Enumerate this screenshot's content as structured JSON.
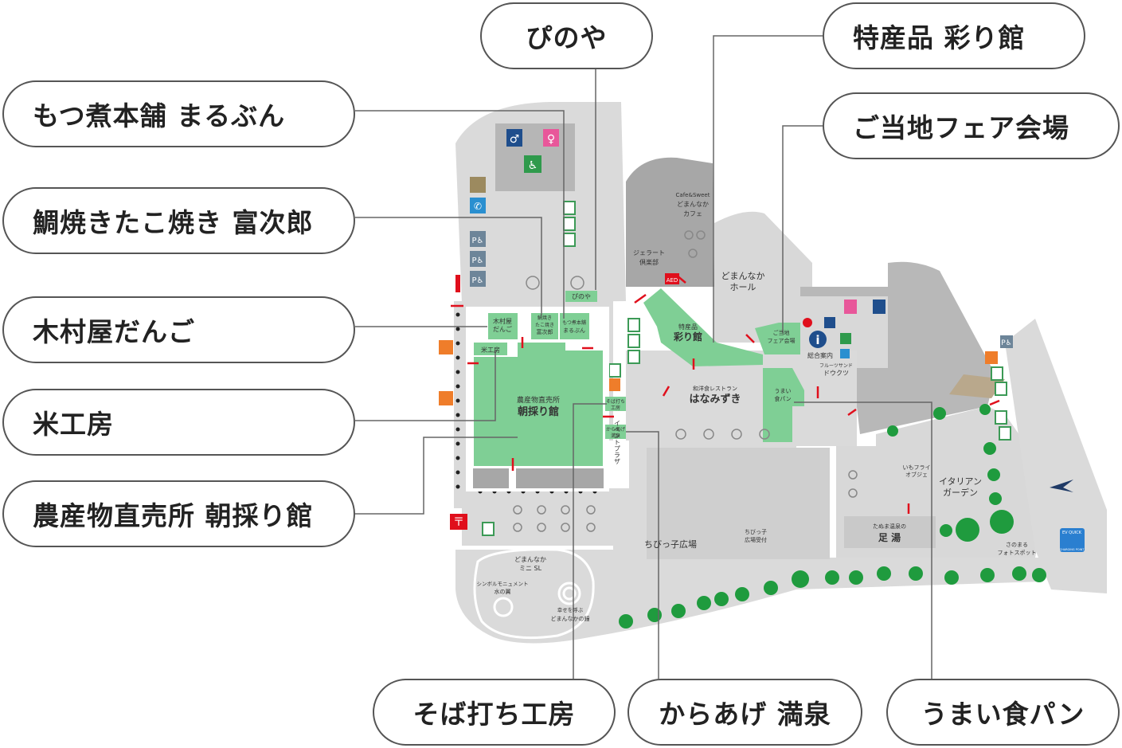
{
  "colors": {
    "accent_green": "#7fcf95",
    "green_dark": "#2f9a4c",
    "floor_gray": "#d8d8d8",
    "dark_gray": "#a7a7a7",
    "wall_white": "#ffffff",
    "arrow_red": "#e00f1c",
    "icon_blue": "#1f4e8c",
    "icon_pink": "#e8579a",
    "icon_orange": "#ef7d2a",
    "tree_green": "#1f9b3e"
  },
  "callouts": {
    "pinoya": "ぴのや",
    "motsuni": "もつ煮本舗 まるぶん",
    "taiyaki": "鯛焼きたこ焼き 富次郎",
    "kimuraya": "木村屋だんご",
    "komekobo": "米工房",
    "asadori_full": "農産物直売所 朝採り館",
    "irodori": "特産品 彩り館",
    "gotouchi": "ご当地フェア会場",
    "soba": "そば打ち工房",
    "karaage": "からあげ 満泉",
    "umai": "うまい食パン"
  },
  "map_labels": {
    "kimuraya_a": "木村屋",
    "kimuraya_b": "だんご",
    "taiyaki_a": "鯛焼き",
    "taiyaki_b": "たこ焼き",
    "taiyaki_c": "富次郎",
    "motsu_a": "もつ煮本舗",
    "motsu_b": "まるぶん",
    "pinoya": "ぴのや",
    "kome": "米工房",
    "asadori_a": "農産物直売所",
    "asadori_b": "朝採り館",
    "soba_a": "そば打ち",
    "soba_b": "工房",
    "karaage_a": "からあげ",
    "karaage_b": "満泉",
    "event": "イベントプラザ",
    "cafe_a": "Cafe&Sweet",
    "cafe_b": "どまんなか",
    "cafe_c": "カフェ",
    "gelato_a": "ジェラート",
    "gelato_b": "倶楽部",
    "hall_a": "どまんなか",
    "hall_b": "ホール",
    "irodori_a": "特産品",
    "irodori_b": "彩り館",
    "gotouchi_a": "ご当地",
    "gotouchi_b": "フェア会場",
    "info": "総合案内",
    "fruit_a": "フルーツサンド",
    "fruit_b": "ドウクツ",
    "hanami_a": "和洋食レストラン",
    "hanami_b": "はなみずき",
    "umai_a": "うまい",
    "umai_b": "食パン",
    "chibikko": "ちびっ子広場",
    "chibikko_uke_a": "ちびっ子",
    "chibikko_uke_b": "広場受付",
    "ashiyu_a": "たぬま温泉の",
    "ashiyu_b": "足 湯",
    "imofry_a": "いもフライ",
    "imofry_b": "オブジェ",
    "italian_a": "イタリアン",
    "italian_b": "ガーデン",
    "sanomaru_a": "さのまる",
    "sanomaru_b": "フォトスポット",
    "minisl_a": "どまんなか",
    "minisl_b": "ミニ SL",
    "symbol_a": "シンボルモニュメント",
    "symbol_b": "水の翼",
    "bell_a": "幸せを呼ぶ",
    "bell_b": "どまんなかの鐘",
    "aed": "AED",
    "ev_a": "EV QUICK",
    "ev_b": "CHARGING POINT"
  }
}
